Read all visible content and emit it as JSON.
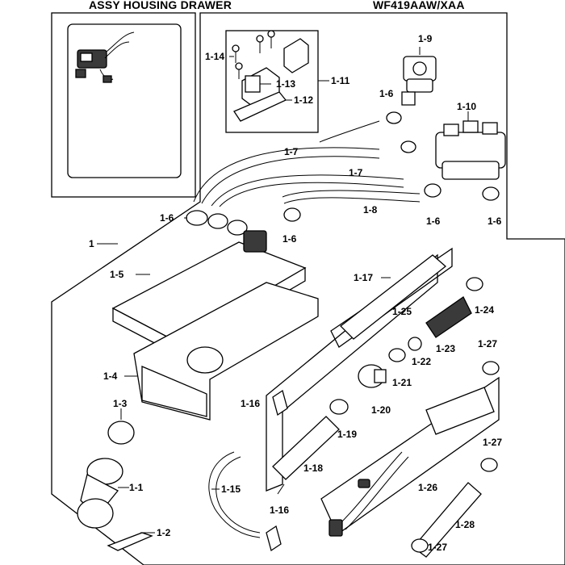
{
  "header": {
    "title": "ASSY HOUSING DRAWER",
    "model": "WF419AAW/XAA"
  },
  "labels": [
    {
      "id": "l_1_14",
      "text": "1-14"
    },
    {
      "id": "l_1_13",
      "text": "1-13"
    },
    {
      "id": "l_1_12",
      "text": "1-12"
    },
    {
      "id": "l_1_11",
      "text": "1-11"
    },
    {
      "id": "l_1_9",
      "text": "1-9"
    },
    {
      "id": "l_1_6a",
      "text": "1-6"
    },
    {
      "id": "l_1_10",
      "text": "1-10"
    },
    {
      "id": "l_1_7a",
      "text": "1-7"
    },
    {
      "id": "l_1_7b",
      "text": "1-7"
    },
    {
      "id": "l_1_8",
      "text": "1-8"
    },
    {
      "id": "l_1_6b",
      "text": "1-6"
    },
    {
      "id": "l_1_6c",
      "text": "1-6"
    },
    {
      "id": "l_1_6d",
      "text": "1-6"
    },
    {
      "id": "l_1_6e",
      "text": "1-6"
    },
    {
      "id": "l_1",
      "text": "1"
    },
    {
      "id": "l_1_5",
      "text": "1-5"
    },
    {
      "id": "l_1_17",
      "text": "1-17"
    },
    {
      "id": "l_1_25",
      "text": "1-25"
    },
    {
      "id": "l_1_24",
      "text": "1-24"
    },
    {
      "id": "l_1_23",
      "text": "1-23"
    },
    {
      "id": "l_1_22",
      "text": "1-22"
    },
    {
      "id": "l_1_27a",
      "text": "1-27"
    },
    {
      "id": "l_1_4",
      "text": "1-4"
    },
    {
      "id": "l_1_21",
      "text": "1-21"
    },
    {
      "id": "l_1_3",
      "text": "1-3"
    },
    {
      "id": "l_1_16a",
      "text": "1-16"
    },
    {
      "id": "l_1_20",
      "text": "1-20"
    },
    {
      "id": "l_1_19",
      "text": "1-19"
    },
    {
      "id": "l_1_27b",
      "text": "1-27"
    },
    {
      "id": "l_1_18",
      "text": "1-18"
    },
    {
      "id": "l_1_1",
      "text": "1-1"
    },
    {
      "id": "l_1_15",
      "text": "1-15"
    },
    {
      "id": "l_1_26",
      "text": "1-26"
    },
    {
      "id": "l_1_16b",
      "text": "1-16"
    },
    {
      "id": "l_1_28",
      "text": "1-28"
    },
    {
      "id": "l_1_2",
      "text": "1-2"
    },
    {
      "id": "l_1_27c",
      "text": "1-27"
    }
  ]
}
